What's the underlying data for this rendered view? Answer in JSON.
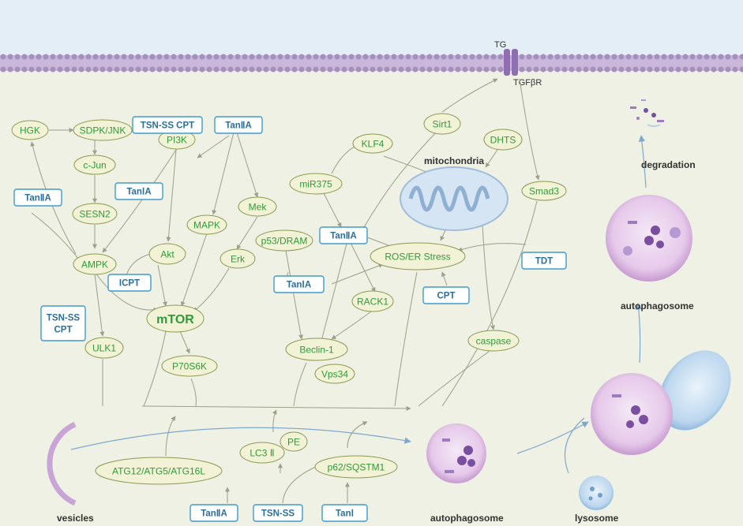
{
  "colors": {
    "background": "#eef1e3",
    "extracellular": "#e3eef6",
    "membrane": "#a58fbd",
    "node_fill": "#f2f3d6",
    "node_stroke": "#8b9a52",
    "node_text": "#2e9a3a",
    "drug_stroke": "#3e9bd0",
    "drug_text": "#2a6f9e",
    "arrow": "#9aa08a",
    "flow_arrow": "#7fa9cc",
    "label_dark": "#333333"
  },
  "receptor": {
    "ligand": "TG",
    "receptor": "TGFβR"
  },
  "nodes": {
    "hgk": "HGK",
    "sdpk_jnk": "SDPK/JNK",
    "c_jun": "c-Jun",
    "sesn2": "SESN2",
    "ampk": "AMPK",
    "ulk1": "ULK1",
    "pi3k": "PI3K",
    "akt": "Akt",
    "mapk": "MAPK",
    "mtor": "mTOR",
    "p70s6k": "P70S6K",
    "mek": "Mek",
    "erk": "Erk",
    "mir375": "miR375",
    "klf4": "KLF4",
    "sirt1": "Sirt1",
    "dhts": "DHTS",
    "smad3": "Smad3",
    "p53_dram": "p53/DRAM",
    "ros_er": "ROS/ER Stress",
    "rack1": "RACK1",
    "beclin1": "Beclin-1",
    "vps34": "Vps34",
    "caspase": "caspase",
    "atg": "ATG12/ATG5/ATG16L",
    "lc3": "LC3 Ⅱ",
    "pe": "PE",
    "p62": "p62/SQSTM1"
  },
  "drugs": {
    "tsn_ss_cpt_top": "TSN-SS CPT",
    "tan2a_top": "TanⅡA",
    "tan2a_left": "TanⅡA",
    "tan1a_left": "TanⅠA",
    "icpt": "ICPT",
    "tsn_ss_cpt_left": [
      "TSN-SS",
      "CPT"
    ],
    "tan2a_mid": "TanⅡA",
    "tan1a_mid": "TanⅠA",
    "cpt": "CPT",
    "tdt": "TDT",
    "tan2a_bottom": "TanⅡA",
    "tsn_ss_bottom": "TSN-SS",
    "tan1_bottom": "TanⅠ"
  },
  "labels": {
    "mitochondria": "mitochondria",
    "degradation": "degradation",
    "autophagosome_right": "autophagosome",
    "autophagosome_bottom": "autophagosome",
    "vesicles": "vesicles",
    "lysosome": "lysosome"
  }
}
